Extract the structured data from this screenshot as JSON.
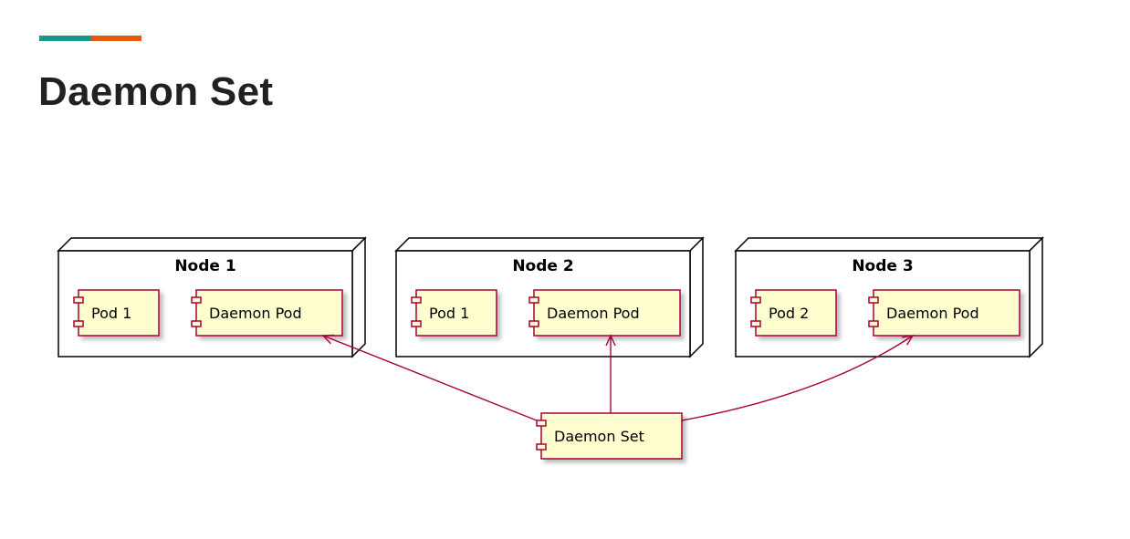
{
  "slide": {
    "title": "Daemon Set",
    "accent_colors": [
      "#16998a",
      "#e35a0e"
    ]
  },
  "diagram": {
    "colors": {
      "component_fill": "#fefece",
      "component_border": "#a80036",
      "node_fill": "#ffffff",
      "node_border": "#000000",
      "arrow": "#a80036"
    },
    "nodes": [
      {
        "name": "Node 1",
        "components": [
          "Pod 1",
          "Daemon Pod"
        ]
      },
      {
        "name": "Node 2",
        "components": [
          "Pod 1",
          "Daemon Pod"
        ]
      },
      {
        "name": "Node 3",
        "components": [
          "Pod 2",
          "Daemon Pod"
        ]
      }
    ],
    "controller": "Daemon Set",
    "edges": [
      {
        "from": "Daemon Set",
        "to": "Node 1 / Daemon Pod",
        "arrowhead": "open"
      },
      {
        "from": "Daemon Set",
        "to": "Node 2 / Daemon Pod",
        "arrowhead": "open"
      },
      {
        "from": "Daemon Set",
        "to": "Node 3 / Daemon Pod",
        "arrowhead": "open"
      }
    ]
  }
}
